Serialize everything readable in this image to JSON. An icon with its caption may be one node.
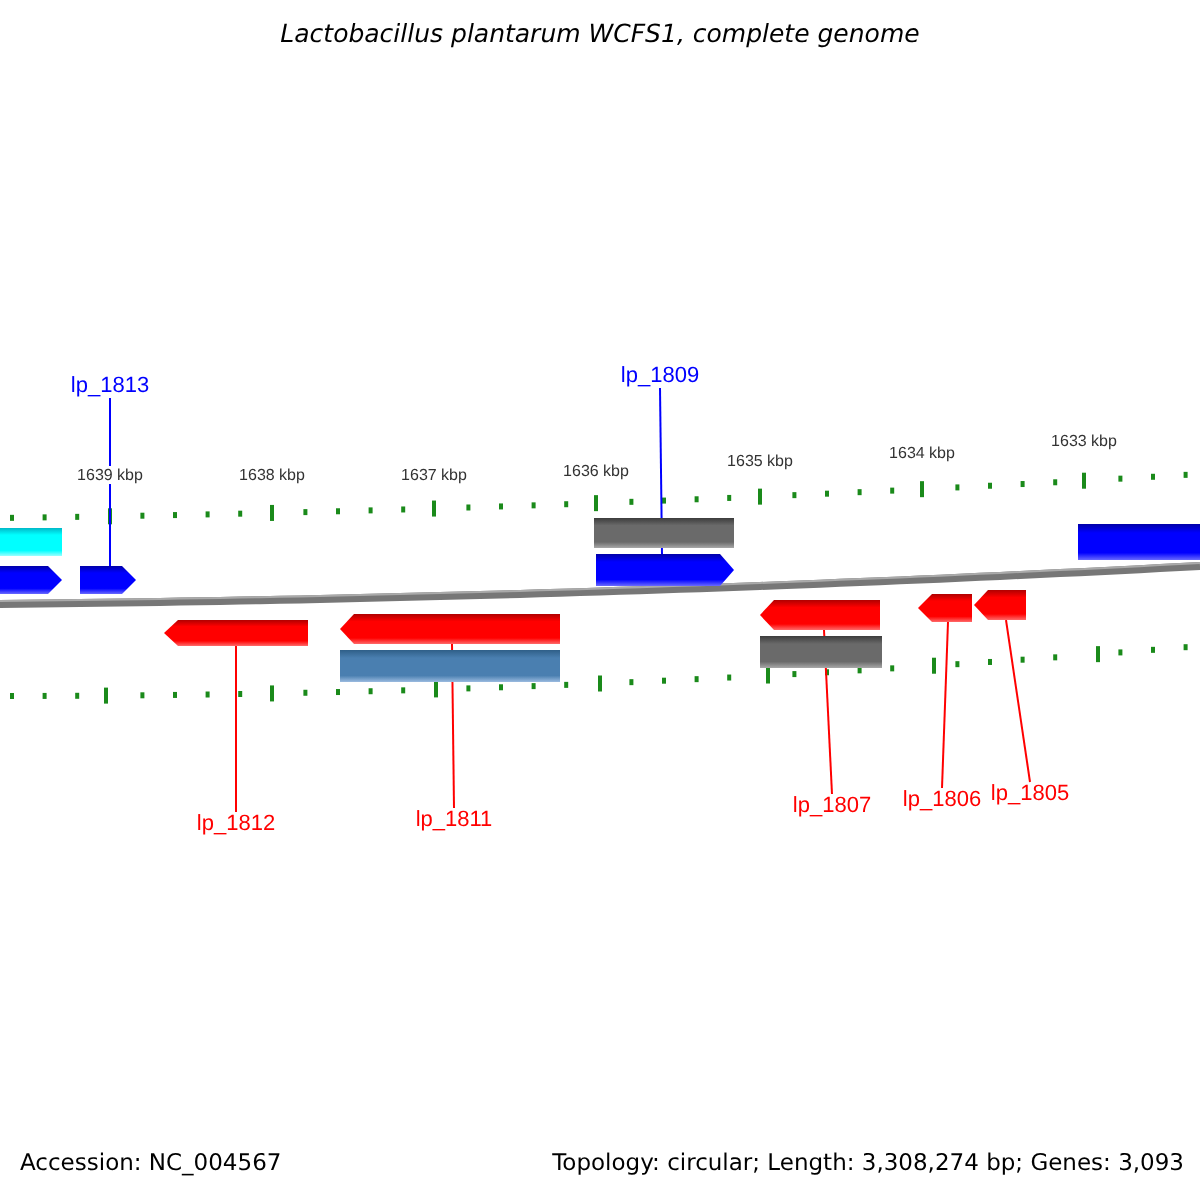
{
  "diagram": {
    "title": "Lactobacillus plantarum WCFS1, complete genome",
    "nodes": [
      {
        "text": [
          "lp_1813"
        ]
      },
      {
        "text": [
          "lp_1809"
        ]
      },
      {
        "text": [
          "lp_1812"
        ]
      },
      {
        "text": [
          "lp_1811"
        ]
      },
      {
        "text": [
          "lp_1807"
        ]
      },
      {
        "text": [
          "lp_1806"
        ]
      },
      {
        "text": [
          "lp_1805"
        ]
      },
      {
        "text": [],
        "shape": "bar"
      },
      {
        "text": [],
        "shape": "arrow"
      },
      {
        "text": [],
        "shape": "arrow"
      },
      {
        "text": [],
        "shape": "bar"
      },
      {
        "text": [],
        "shape": "arrow"
      },
      {
        "text": [],
        "shape": "bar"
      },
      {
        "text": [],
        "shape": "arrow"
      },
      {
        "text": [],
        "shape": "arrow"
      },
      {
        "text": [],
        "shape": "bar"
      },
      {
        "text": [],
        "shape": "arrow"
      },
      {
        "text": [],
        "shape": "bar"
      },
      {
        "text": [],
        "shape": "arrow"
      },
      {
        "text": [],
        "shape": "arrow"
      }
    ],
    "edges": [
      {
        "from": 0,
        "to": 9,
        "arrow": "none",
        "color": "#0000ff"
      },
      {
        "from": 1,
        "to": 11,
        "arrow": "none",
        "color": "#0000ff"
      },
      {
        "from": 2,
        "to": 13,
        "arrow": "none"
      },
      {
        "from": 3,
        "to": 14,
        "arrow": "none"
      },
      {
        "from": 4,
        "to": 16,
        "arrow": "none"
      },
      {
        "from": 5,
        "to": 18,
        "arrow": "none"
      },
      {
        "from": 6,
        "to": 19,
        "arrow": "none"
      }
    ],
    "labels": [
      "1639 kbp",
      "1638 kbp",
      "1637 kbp",
      "1636 kbp",
      "1635 kbp",
      "1634 kbp",
      "1633 kbp",
      "Accession: NC_004567",
      "Topology: circular; Length: 3,308,274 bp; Genes: 3,093"
    ]
  }
}
